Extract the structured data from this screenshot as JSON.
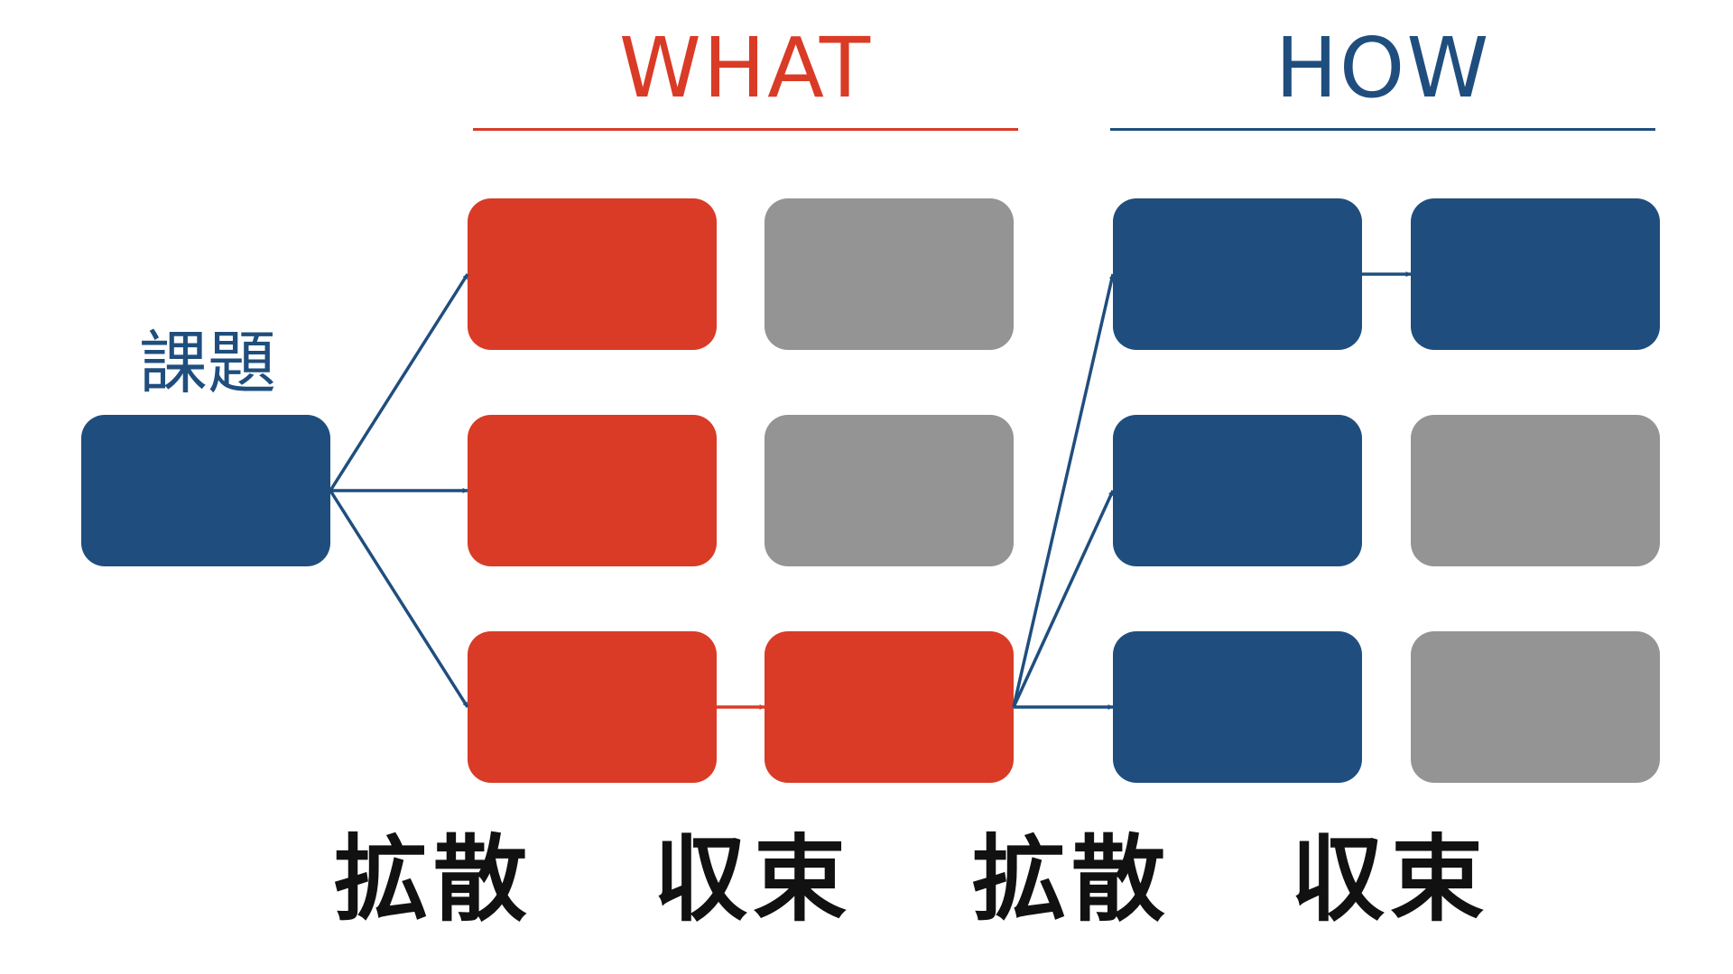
{
  "colors": {
    "what_red": "#d93b26",
    "how_blue": "#1f4e7e",
    "inactive_gray": "#949494",
    "label_black": "#111111"
  },
  "headers": {
    "what": "WHAT",
    "how": "HOW"
  },
  "issue": {
    "label": "課題"
  },
  "phases": [
    {
      "label": "拡散"
    },
    {
      "label": "収束"
    },
    {
      "label": "拡散"
    },
    {
      "label": "収束"
    }
  ],
  "boxes": {
    "issue": {
      "state": "blue"
    },
    "what_diverge": [
      {
        "row": 1,
        "state": "red"
      },
      {
        "row": 2,
        "state": "red"
      },
      {
        "row": 3,
        "state": "red"
      }
    ],
    "what_converge": [
      {
        "row": 1,
        "state": "gray"
      },
      {
        "row": 2,
        "state": "gray"
      },
      {
        "row": 3,
        "state": "red"
      }
    ],
    "how_diverge": [
      {
        "row": 1,
        "state": "blue"
      },
      {
        "row": 2,
        "state": "blue"
      },
      {
        "row": 3,
        "state": "blue"
      }
    ],
    "how_converge": [
      {
        "row": 1,
        "state": "blue"
      },
      {
        "row": 2,
        "state": "gray"
      },
      {
        "row": 3,
        "state": "gray"
      }
    ]
  },
  "connections": [
    {
      "from": "issue",
      "to": "what_diverge_1",
      "color": "blue"
    },
    {
      "from": "issue",
      "to": "what_diverge_2",
      "color": "blue"
    },
    {
      "from": "issue",
      "to": "what_diverge_3",
      "color": "blue"
    },
    {
      "from": "what_diverge_3",
      "to": "what_converge_3",
      "color": "red"
    },
    {
      "from": "what_converge_3",
      "to": "how_diverge_1",
      "color": "blue"
    },
    {
      "from": "what_converge_3",
      "to": "how_diverge_2",
      "color": "blue"
    },
    {
      "from": "what_converge_3",
      "to": "how_diverge_3",
      "color": "blue"
    },
    {
      "from": "how_diverge_1",
      "to": "how_converge_1",
      "color": "blue"
    }
  ]
}
